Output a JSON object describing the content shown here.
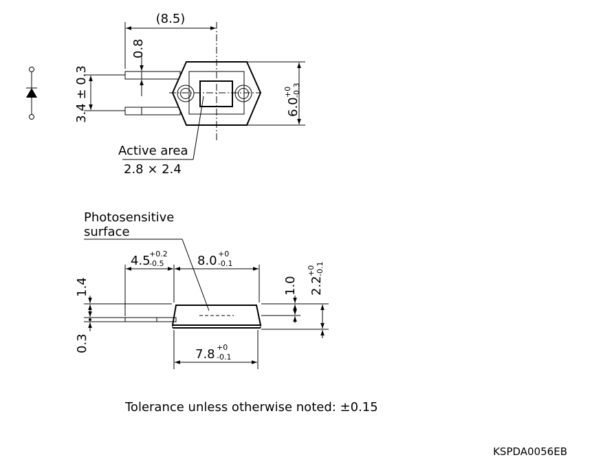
{
  "top_view": {
    "width_dim": "(8.5)",
    "lead_width_dim": "0.8",
    "lead_pitch_dim": "3.4 ± 0.3",
    "height_dim": {
      "base": "6.0",
      "sup": "+0",
      "sub": "-0.3"
    },
    "active_area_label": "Active area",
    "active_area_size": "2.8 × 2.4"
  },
  "side_view": {
    "photosensitive_label_1": "Photosensitive",
    "photosensitive_label_2": "surface",
    "lead_len_dim": {
      "base": "4.5",
      "sup": "+0.2",
      "sub": "-0.5"
    },
    "top_len_dim": {
      "base": "8.0",
      "sup": "+0",
      "sub": "-0.1"
    },
    "bottom_len_dim": {
      "base": "7.8",
      "sup": "+0",
      "sub": "-0.1"
    },
    "h_dim_1": "1.4",
    "h_dim_2": "0.3",
    "h_dim_3": "1.0",
    "h_dim_4": {
      "base": "2.2",
      "sup": "+0",
      "sub": "-0.1"
    }
  },
  "tolerance_note": "Tolerance unless otherwise noted: ±0.15",
  "doc_code": "KSPDA0056EB"
}
